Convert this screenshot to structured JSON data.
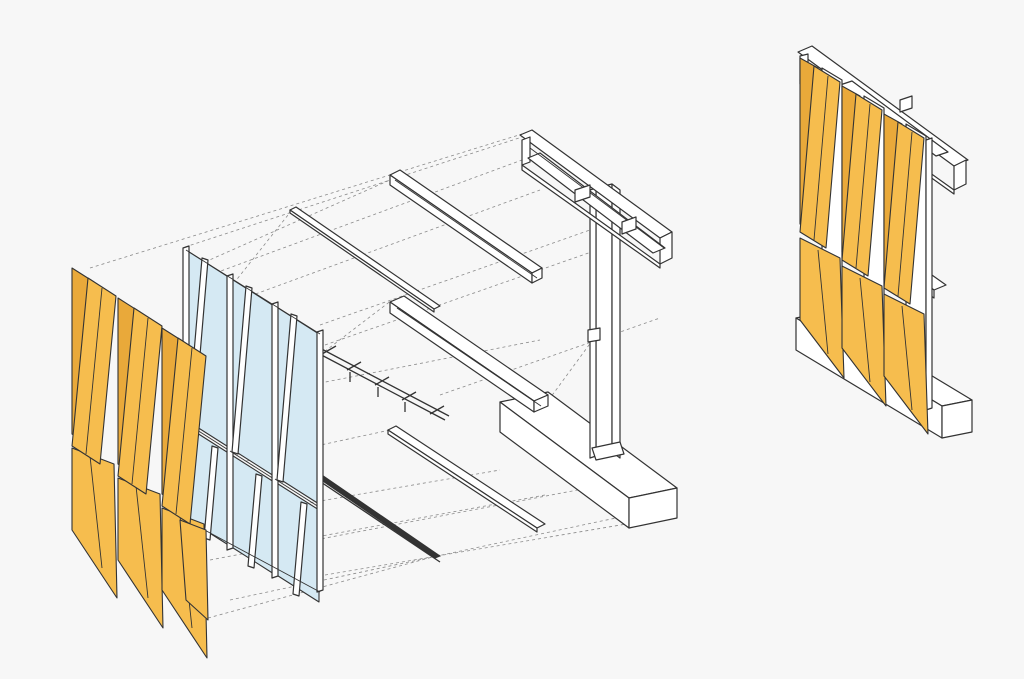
{
  "colors": {
    "background": "#f7f7f7",
    "fin": "#f6bd4e",
    "fin_shade": "#e9a93a",
    "glass": "#d5e9f3",
    "line": "#333333",
    "dashed_line": "#8a8a8a",
    "structure": "#ffffff"
  },
  "components": [
    {
      "name": "perforated-metal-fins"
    },
    {
      "name": "glazed-curtain-wall"
    },
    {
      "name": "fin-support-arms"
    },
    {
      "name": "sill-plate"
    },
    {
      "name": "head-channel"
    },
    {
      "name": "transom-beam"
    },
    {
      "name": "floor-slab-edge"
    },
    {
      "name": "steel-column-and-girder"
    }
  ],
  "views": [
    {
      "name": "exploded-axonometric"
    },
    {
      "name": "assembled-axonometric"
    }
  ]
}
